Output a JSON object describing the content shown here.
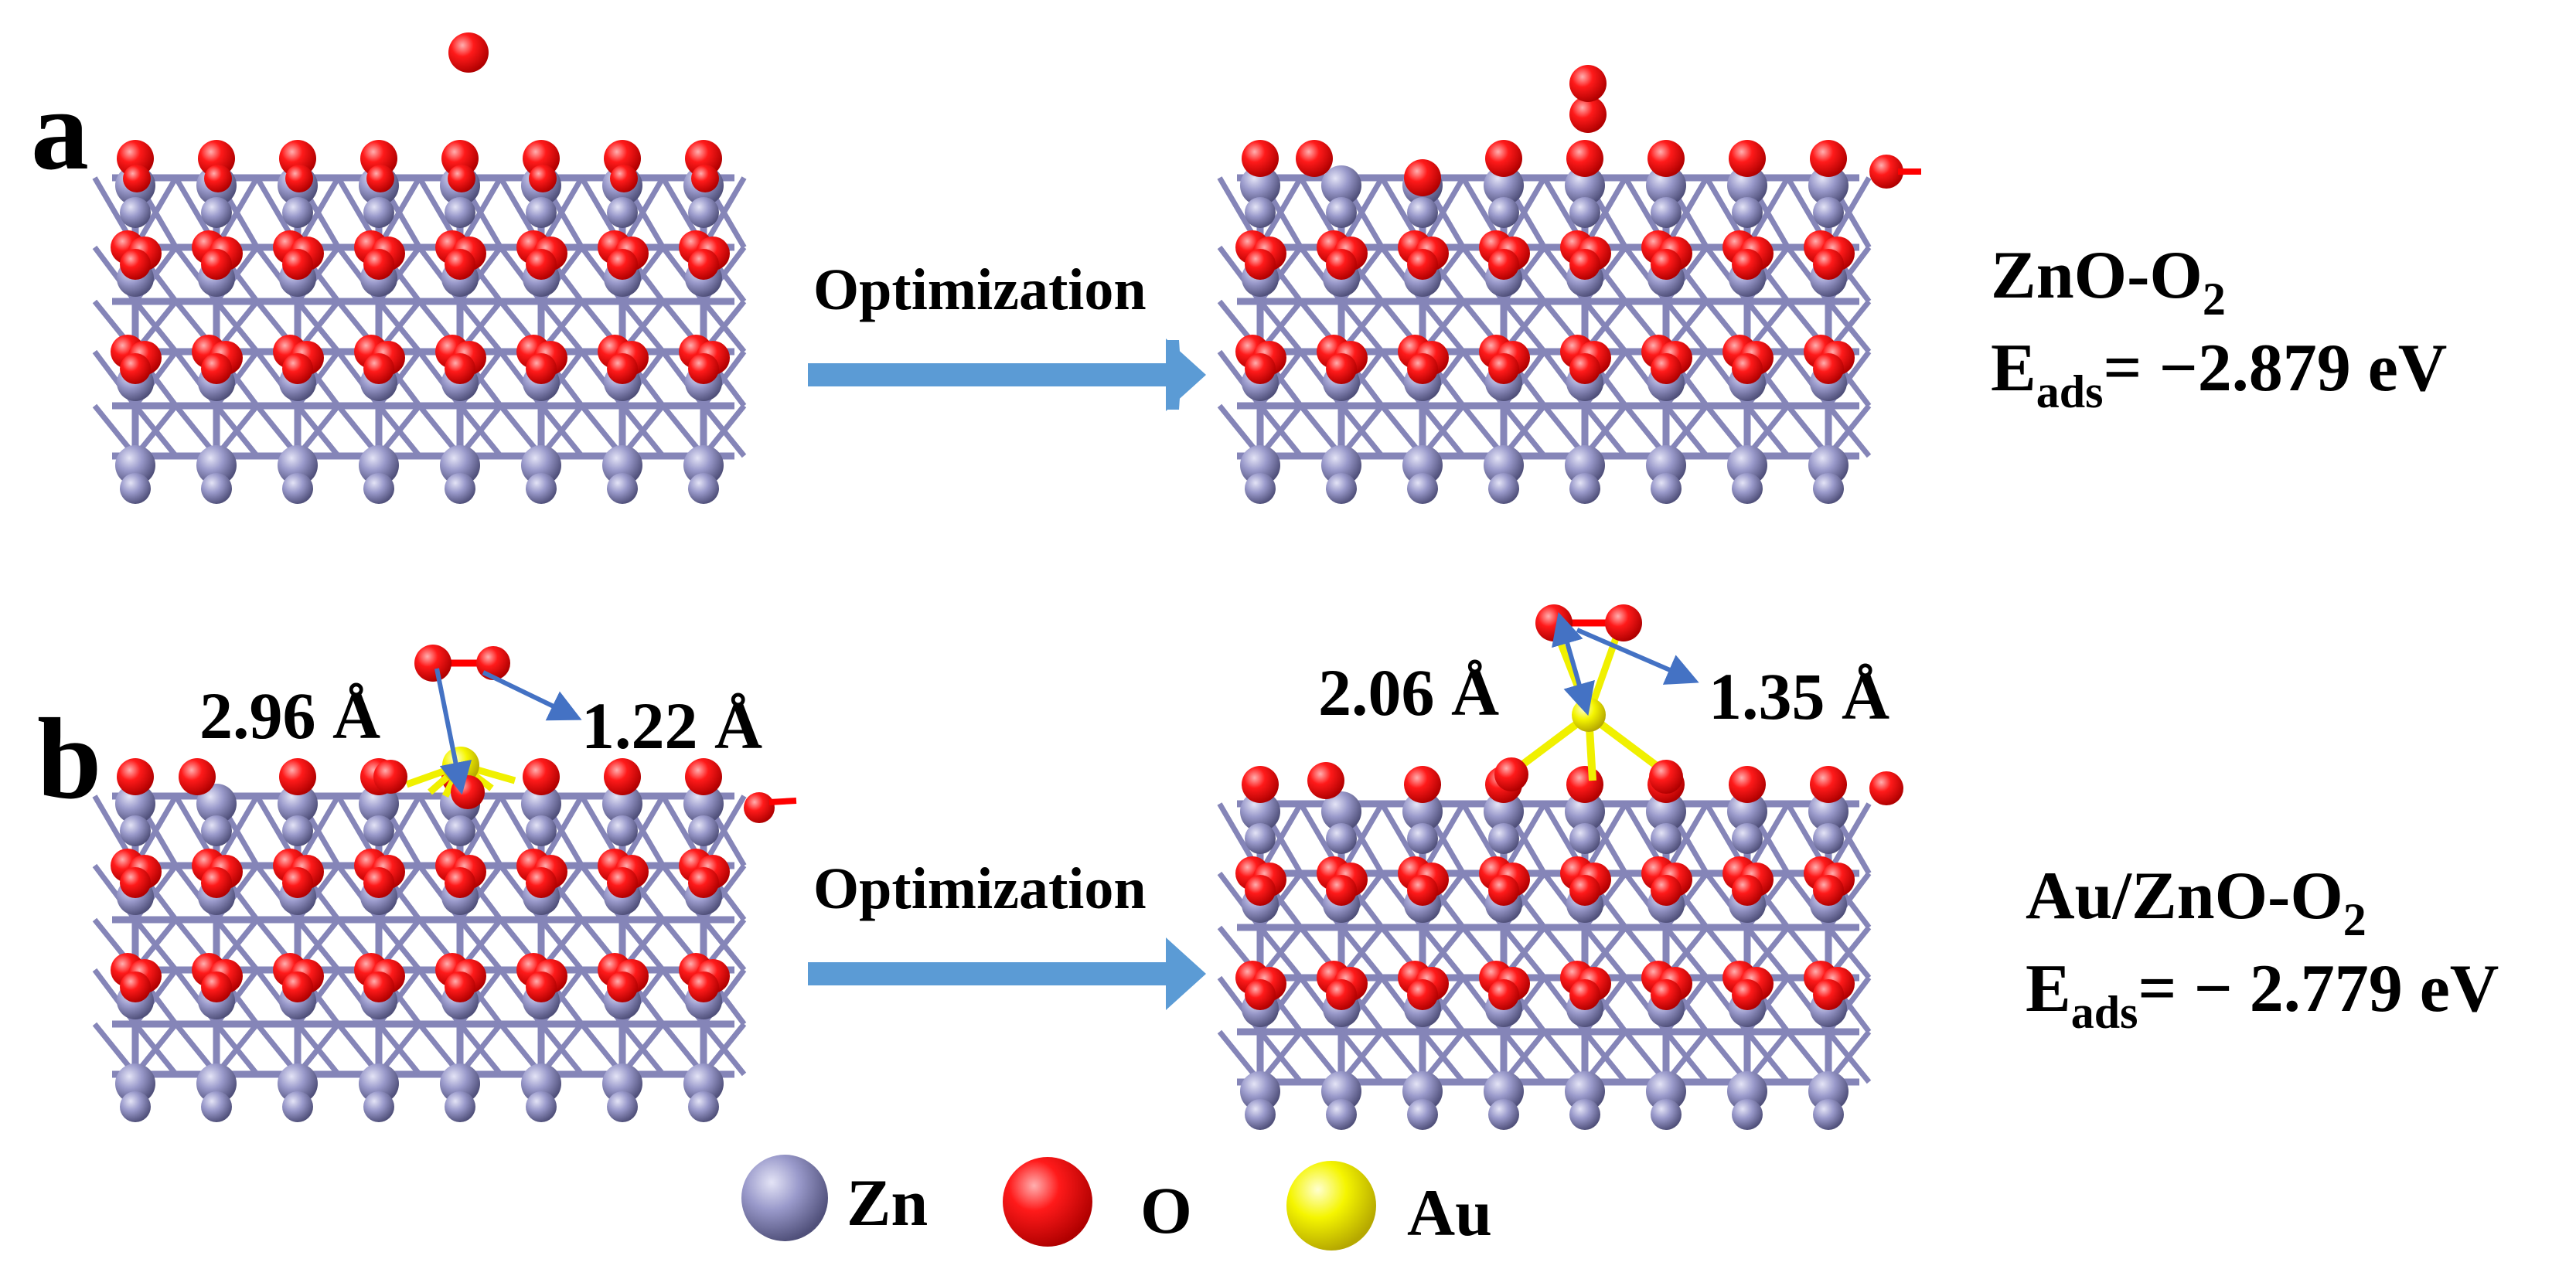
{
  "panels": [
    {
      "letter": "a",
      "arrow_label": "Optimization",
      "system_main": "ZnO-O",
      "system_sub": "2",
      "energy_symbol": "E",
      "energy_sub": "ads",
      "energy_value": "= −2.879 eV",
      "distances": []
    },
    {
      "letter": "b",
      "arrow_label": "Optimization",
      "system_main": "Au/ZnO-O",
      "system_sub": "2",
      "energy_symbol": "E",
      "energy_sub": "ads",
      "energy_value": "= − 2.779 eV",
      "distances": {
        "before_au_o": "2.96 Å",
        "before_o_o": "1.22 Å",
        "after_au_o": "2.06 Å",
        "after_o_o": "1.35 Å"
      }
    }
  ],
  "legend": [
    {
      "label": "Zn",
      "color": "#9494c4",
      "icon": "zn-atom-icon"
    },
    {
      "label": "O",
      "color": "#ff0000",
      "icon": "o-atom-icon"
    },
    {
      "label": "Au",
      "color": "#f0f000",
      "icon": "au-atom-icon"
    }
  ],
  "colors": {
    "zn": "#9494c4",
    "o": "#ff0000",
    "au": "#f0f000",
    "bond": "#8585b8",
    "arrow": "#5b9bd5",
    "pointer": "#4472c4"
  }
}
